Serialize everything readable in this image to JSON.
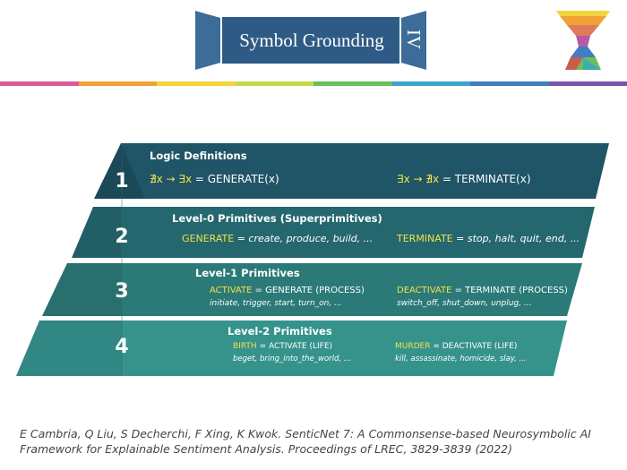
{
  "header": {
    "title": "Symbol Grounding",
    "chapter_numeral": "IV",
    "colors": {
      "banner": "#2e5b86",
      "wings": "#3d6c98"
    }
  },
  "logo": {
    "name": "sentic-funnel-logo"
  },
  "strip_colors": [
    "#d95b9a",
    "#f0a236",
    "#f2d53c",
    "#c5d94a",
    "#6cbf5a",
    "#3aa4c9",
    "#3d7fc0",
    "#7a55a8"
  ],
  "levels": [
    {
      "number": "1",
      "title": "Logic Definitions",
      "left_kw": "∄x → ∃x",
      "left_rest": " = GENERATE(x)",
      "right_kw": "∃x → ∄x",
      "right_rest": " = TERMINATE(x)",
      "color": "#1f5566"
    },
    {
      "number": "2",
      "title": "Level-0 Primitives (Superprimitives)",
      "left_kw": "GENERATE",
      "left_rest": " = create, produce, build, ...",
      "right_kw": "TERMINATE",
      "right_rest": " = stop, halt, quit, end, ...",
      "color": "#24676f"
    },
    {
      "number": "3",
      "title": "Level-1 Primitives",
      "left_kw": "ACTIVATE",
      "left_rest": " = GENERATE (PROCESS)",
      "left_sub": "initiate, trigger, start, turn_on, ...",
      "right_kw": "DEACTIVATE",
      "right_rest": " = TERMINATE (PROCESS)",
      "right_sub": "switch_off, shut_down, unplug, ...",
      "color": "#2b7a78"
    },
    {
      "number": "4",
      "title": "Level-2 Primitives",
      "left_kw": "BIRTH",
      "left_rest": " = ACTIVATE (LIFE)",
      "left_sub": "beget, bring_into_the_world, ...",
      "right_kw": "MURDER",
      "right_rest": " = DEACTIVATE (LIFE)",
      "right_sub": "kill, assassinate, homicide, slay, ...",
      "color": "#35938c"
    }
  ],
  "citation": "E Cambria, Q Liu, S Decherchi, F Xing, K Kwok. SenticNet 7: A Commonsense-based Neurosymbolic AI Framework for Explainable Sentiment Analysis. Proceedings of LREC, 3829-3839 (2022)"
}
